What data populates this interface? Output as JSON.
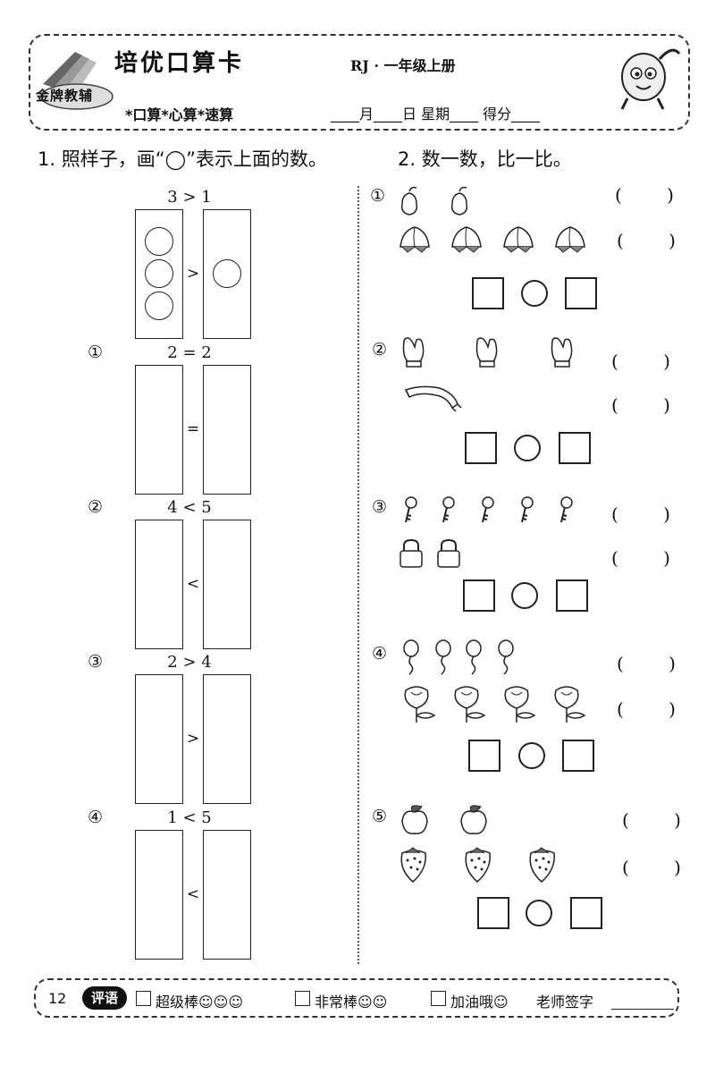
{
  "header": {
    "title": "培优口算卡",
    "grade": "RJ · 一年级上册",
    "logo_text": "金牌教辅",
    "skills": "*口算*心算*速算",
    "date_line": "____月____日   星期____   得分____"
  },
  "questions": {
    "q1_title": "1. 照样子，画“◯”表示上面的数。",
    "q2_title": "2. 数一数，比一比。"
  },
  "q1_items": [
    {
      "label": "",
      "expr": "3 > 1",
      "op": ">"
    },
    {
      "label": "①",
      "expr": "2 = 2",
      "op": "="
    },
    {
      "label": "②",
      "expr": "4 < 5",
      "op": "<"
    },
    {
      "label": "③",
      "expr": "2 > 4",
      "op": ">"
    },
    {
      "label": "④",
      "expr": "1 < 5",
      "op": "<"
    }
  ],
  "q2_items": [
    {
      "label": "①",
      "row1": "pear",
      "row1_count": 2,
      "row2": "peach",
      "row2_count": 4,
      "paren": "(   )"
    },
    {
      "label": "②",
      "row1": "glove",
      "row1_count": 3,
      "row2": "scarf",
      "row2_count": 1,
      "paren": "(   )"
    },
    {
      "label": "③",
      "row1": "key",
      "row1_count": 5,
      "row2": "lock",
      "row2_count": 2,
      "paren": "(   )"
    },
    {
      "label": "④",
      "row1": "balloon",
      "row1_count": 4,
      "row2": "flower",
      "row2_count": 4,
      "paren": "(   )"
    },
    {
      "label": "⑤",
      "row1": "apple",
      "row1_count": 2,
      "row2": "strawberry",
      "row2_count": 3,
      "paren": "(   )"
    }
  ],
  "footer": {
    "page_number": "12",
    "comment_label": "评语",
    "rating_1": "超级棒☺☺☺",
    "rating_2": "非常棒☺☺",
    "rating_3": "加油哦☺",
    "teacher_sign": "老师签字"
  }
}
